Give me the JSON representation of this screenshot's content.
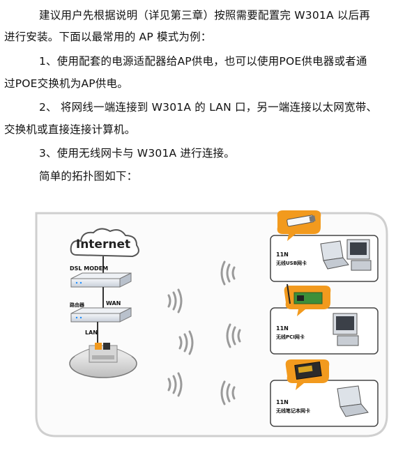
{
  "paragraphs": {
    "p1_line1": "建议用户先根据说明（详见第三章）按照需要配置完 W301A 以后再",
    "p1_line2": "进行安装。下面以最常用的 AP 模式为例：",
    "p2_line1": "1、使用配套的电源适配器给AP供电，也可以使用POE供电器或者通",
    "p2_line2": "过POE交换机为AP供电。",
    "p3_line1": "2、  将网线一端连接到 W301A 的 LAN 口，另一端连接以太网宽带、",
    "p3_line2": "交换机或直接连接计算机。",
    "p4_line1": "3、使用无线网卡与 W301A 进行连接。",
    "p5_line1": "简单的拓扑图如下："
  },
  "diagram": {
    "internet": "Internet",
    "dsl_modem": "DSL MODEM",
    "router": "路由器",
    "wan": "WAN",
    "lan": "LAN",
    "client1_line1": "11N",
    "client1_line2": "无线USB网卡",
    "client2_line1": "11N",
    "client2_line2": "无线PCI网卡",
    "client3_line1": "11N",
    "client3_line2": "无线笔记本网卡"
  },
  "colors": {
    "frame": "#cfcfcf",
    "device_body": "#e4e8ee",
    "accent_orange": "#f29a1e",
    "wave": "#9a9a9a",
    "line": "#333333"
  }
}
